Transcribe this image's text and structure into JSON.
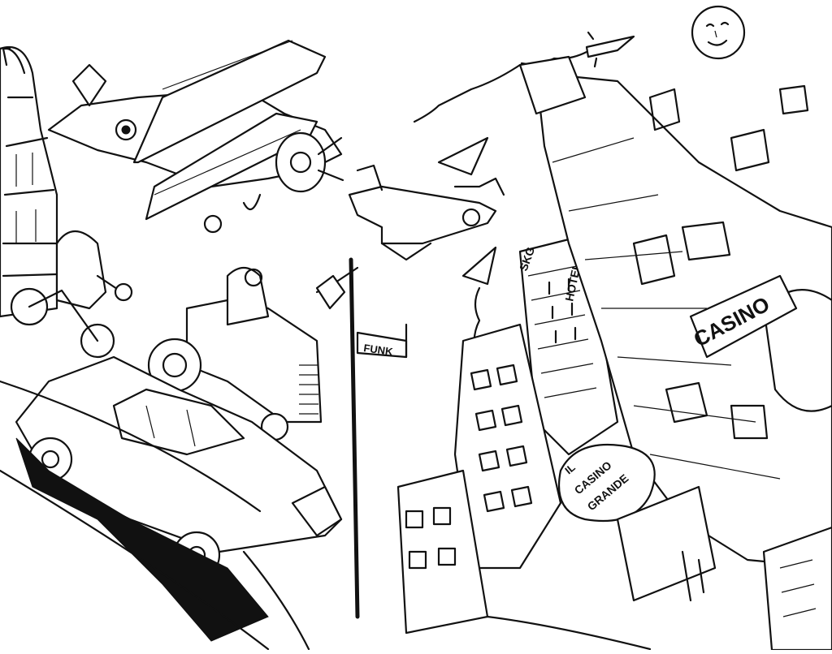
{
  "colors": {
    "ink": "#111111",
    "paper": "#ffffff"
  },
  "signs": {
    "funk": "FUNK",
    "casino": "CASINO",
    "casino_grande_line1": "IL",
    "casino_grande_line2": "CASINO",
    "casino_grande_line3": "GRANDE",
    "tower_left": "SKG",
    "tower_right": "HOTEL"
  },
  "icons": [
    "moon-face-icon",
    "rocket-icon",
    "biplane-icon",
    "jet-plane-icon",
    "car-icon",
    "tractor-icon",
    "street-lamp-icon",
    "building-icon"
  ]
}
